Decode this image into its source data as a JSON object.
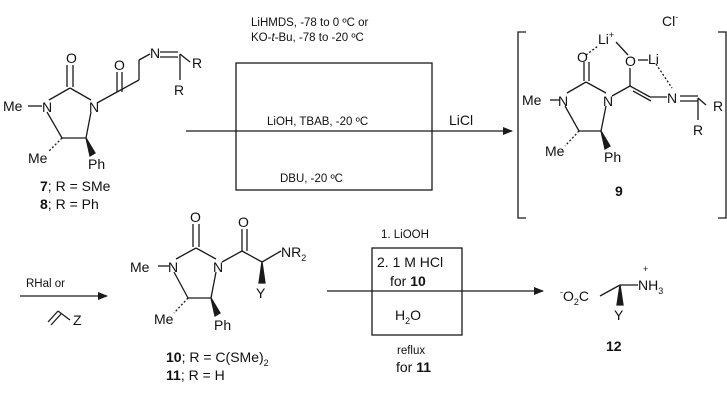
{
  "top": {
    "cond1_line1": "LiHMDS, -78 to 0 ºC or",
    "cond1_line2_a": "KO-",
    "cond1_line2_t": "t",
    "cond1_line2_b": "-Bu, -78 to -20 ºC",
    "cond2": "LiOH, TBAB, -20 ºC",
    "cond3": "DBU, -20 ºC",
    "licl": "LiCl",
    "chloride": "Cl",
    "chloride_charge": "-",
    "start": {
      "me_n": "Me",
      "me_c": "Me",
      "ph": "Ph",
      "o1": "O",
      "o2": "O",
      "n1": "N",
      "n2": "N",
      "n3": "N",
      "r1": "R",
      "r2": "R",
      "lbl7_num": "7",
      "lbl7_text": "; R = SMe",
      "lbl8_num": "8",
      "lbl8_text": "; R = Ph"
    },
    "intermediate": {
      "li1": "Li",
      "li1_charge": "+",
      "li2": "Li",
      "o1": "O",
      "o2": "O",
      "n1": "N",
      "n2": "N",
      "n3": "N",
      "me_n": "Me",
      "me_c": "Me",
      "ph": "Ph",
      "r1": "R",
      "r2": "R",
      "num": "9"
    }
  },
  "bottom": {
    "reagent1": "RHal or",
    "reagent_z": "Z",
    "product": {
      "me_n": "Me",
      "me_c": "Me",
      "ph": "Ph",
      "o1": "O",
      "o2": "O",
      "n1": "N",
      "n2": "N",
      "nr2": "NR",
      "nr2_sub": "2",
      "y": "Y",
      "lbl10_num": "10",
      "lbl10_text": "; R = C(SMe)",
      "lbl10_sub": "2",
      "lbl11_num": "11",
      "lbl11_text": "; R = H"
    },
    "step1": "1. LiOOH",
    "step2": "2. 1 M HCl",
    "for_a": "for",
    "for_a_num": "10",
    "water": "H",
    "water_sub": "2",
    "water_o": "O",
    "reflux": "reflux",
    "for_b": "for",
    "for_b_num": "11",
    "final": {
      "o2c_charge": "-",
      "o2c_o": "O",
      "o2c_sub": "2",
      "o2c_c": "C",
      "nh3_charge": "+",
      "nh3_n": "NH",
      "nh3_sub": "3",
      "y": "Y",
      "num": "12"
    }
  }
}
